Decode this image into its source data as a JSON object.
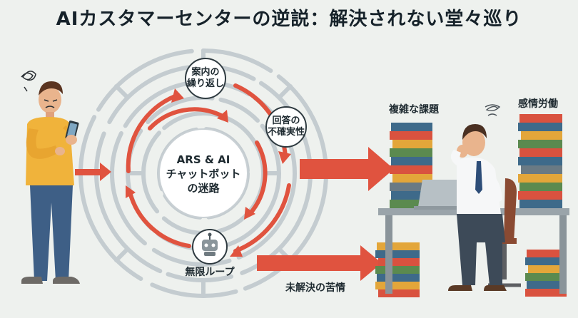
{
  "title": "AIカスタマーセンターの逆説：解決されない堂々巡り",
  "maze_center": {
    "line1": "ARS & AI",
    "line2": "チャットボット",
    "line3": "の迷路"
  },
  "nodes": {
    "repeat": {
      "line1": "案内の",
      "line2": "繰り返し"
    },
    "uncertain": {
      "line1": "回答の",
      "line2": "不確実性"
    },
    "loop": "無限ループ"
  },
  "right_labels": {
    "complex": "複雑な課題",
    "emotional": "感情労働",
    "complaint": "未解決の苦情"
  },
  "icons": {
    "customer": "frustrated-customer-with-phone",
    "robot": "robot-icon",
    "agent": "stressed-agent-at-desk"
  },
  "colors": {
    "arrow": "#e0533f",
    "maze": "#c4ccd0",
    "background": "#eef1ee",
    "shirt": "#f0b33b",
    "jeans": "#3e5f86"
  }
}
